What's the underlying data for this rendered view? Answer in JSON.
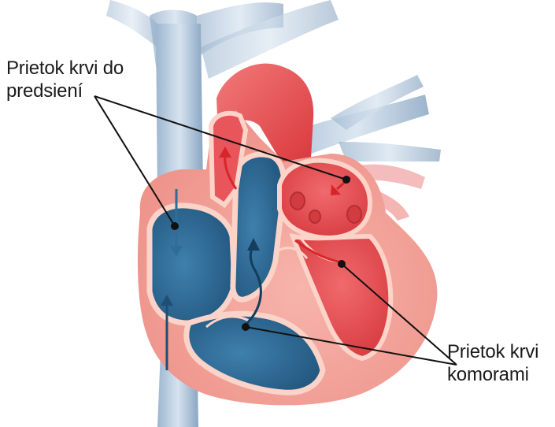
{
  "labels": {
    "atria_line1": "Prietok krvi do",
    "atria_line2": "predsiení",
    "ventricles_line1": "Prietok krvi",
    "ventricles_line2": "komorami"
  },
  "colors": {
    "vein_blue": "#5f86ad",
    "vein_light": "#c9d9e8",
    "chamber_blue": "#2f6d99",
    "arterial_red": "#e2474b",
    "chamber_red": "#e8555a",
    "muscle_pink": "#f4a9a1",
    "wall_light": "#fbd3c9",
    "pointer_line": "#111111"
  },
  "icons": [
    "arrow-down-icon",
    "arrow-up-icon",
    "pointer-dot-icon"
  ]
}
